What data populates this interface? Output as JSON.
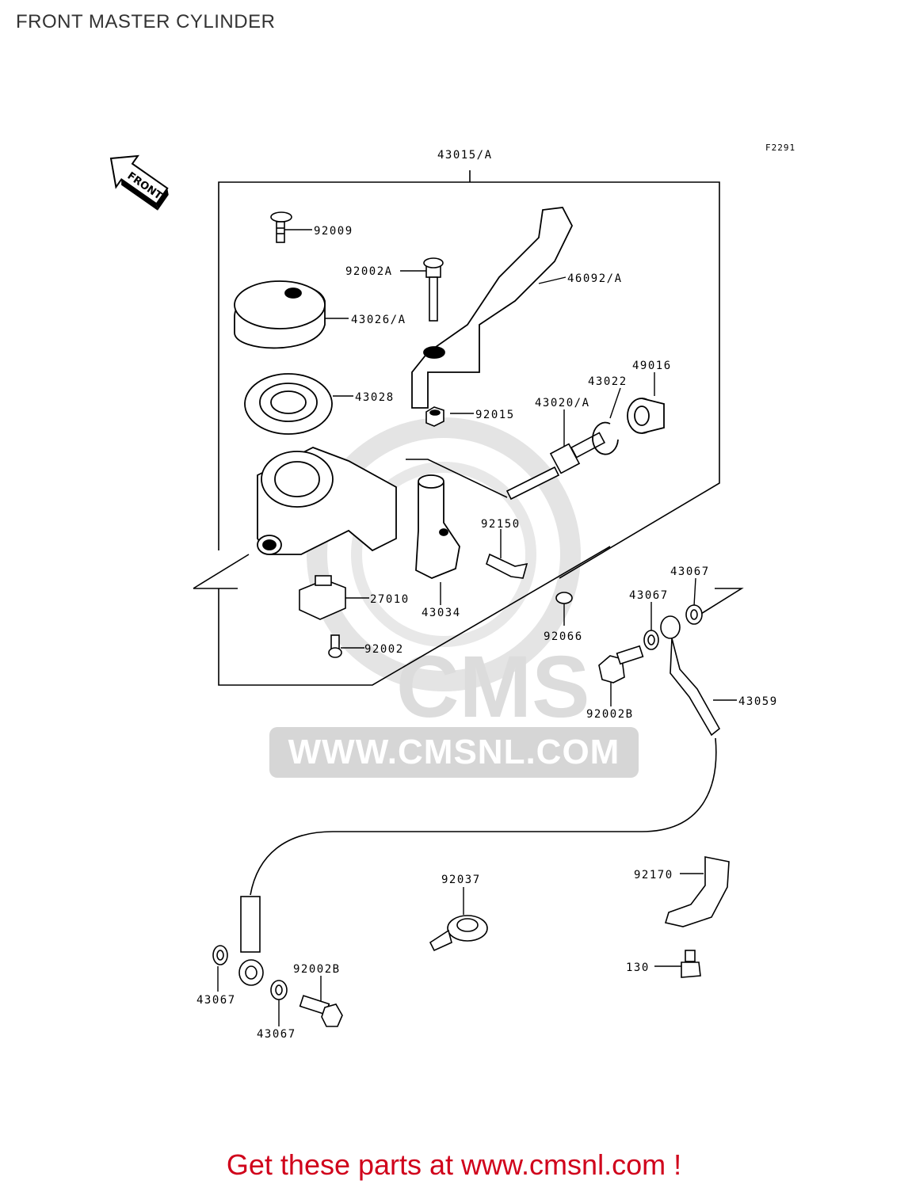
{
  "title": "FRONT MASTER CYLINDER",
  "figure_code": "F2291",
  "front_label": "FRONT",
  "watermark": {
    "logo_text": "CMS",
    "url": "WWW.CMSNL.COM"
  },
  "parts": {
    "p43015": "43015/A",
    "p92009": "92009",
    "p92002A": "92002A",
    "p46092": "46092/A",
    "p43026": "43026/A",
    "p43028": "43028",
    "p92015": "92015",
    "p43020": "43020/A",
    "p43022": "43022",
    "p49016": "49016",
    "p92150": "92150",
    "p27010": "27010",
    "p43034": "43034",
    "p92066": "92066",
    "p92002": "92002",
    "p43067a": "43067",
    "p43067b": "43067",
    "p92002Ba": "92002B",
    "p43059": "43059",
    "p92037": "92037",
    "p92170": "92170",
    "p130": "130",
    "p43067c": "43067",
    "p92002Bb": "92002B",
    "p43067d": "43067"
  },
  "cta": "Get these parts at www.cmsnl.com !",
  "colors": {
    "cta": "#d0021b",
    "watermark": "#d9d9d9",
    "line": "#000000"
  }
}
